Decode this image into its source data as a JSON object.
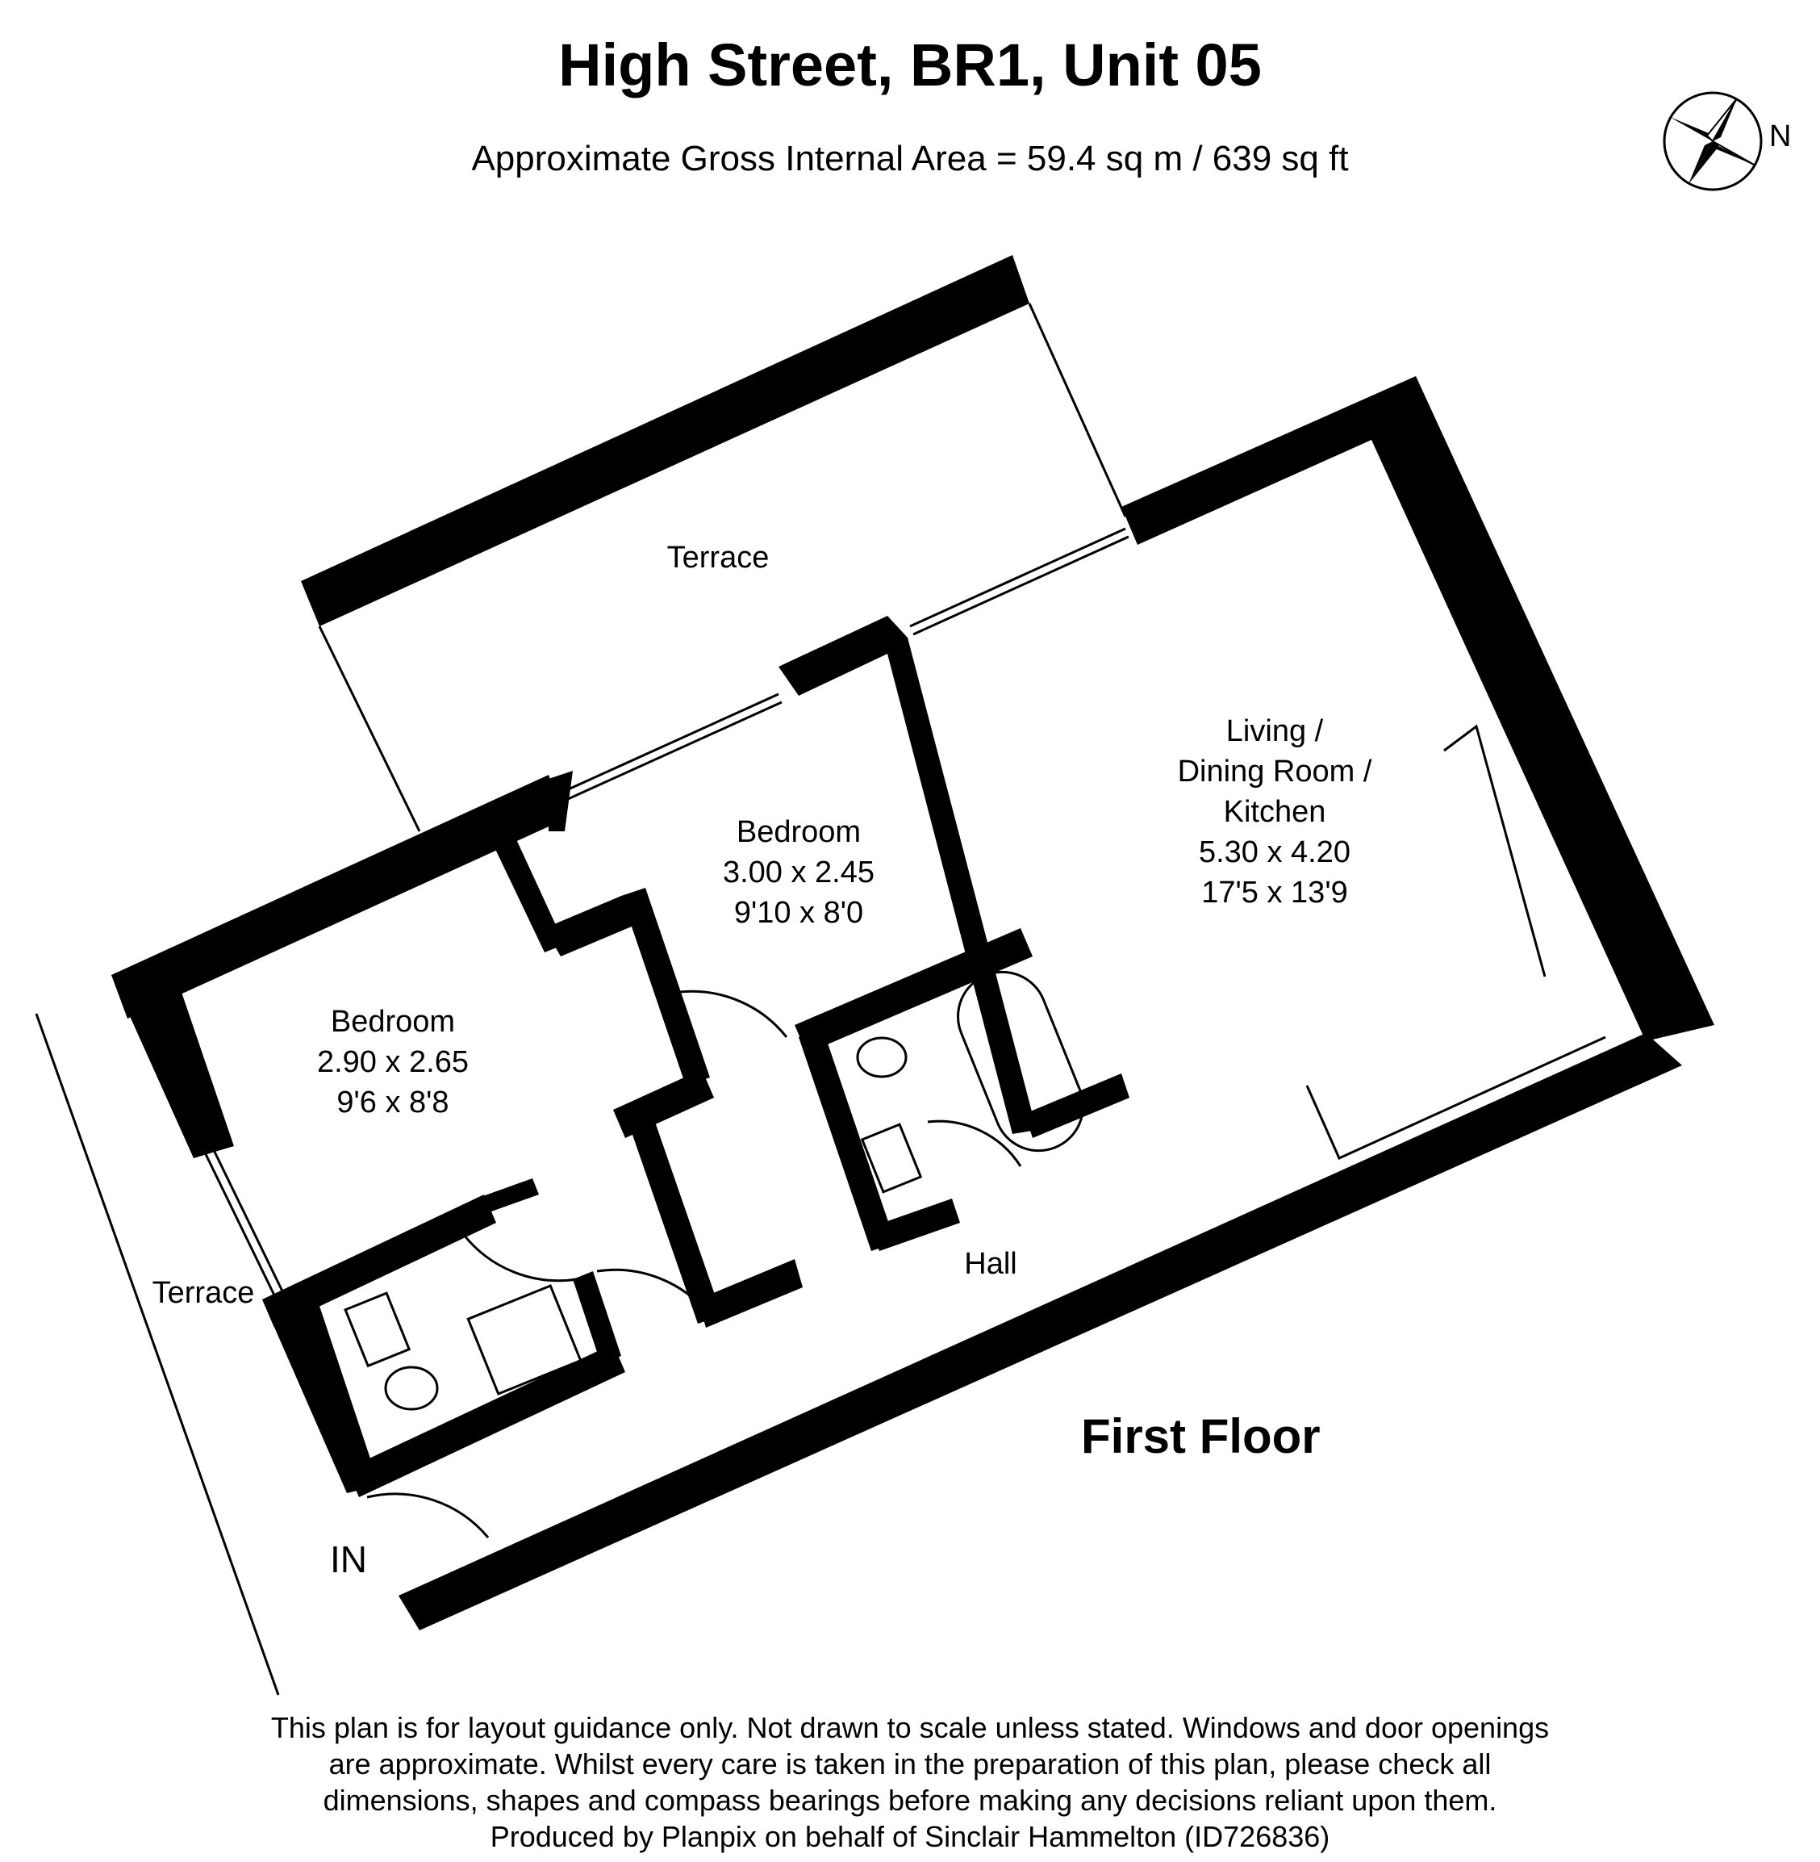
{
  "header": {
    "title": "High Street, BR1, Unit 05",
    "area": "Approximate Gross Internal Area = 59.4 sq m / 639 sq ft"
  },
  "compass": {
    "label": "N",
    "icon": "compass-rose-icon"
  },
  "rooms": {
    "terrace_top": {
      "name": "Terrace"
    },
    "terrace_left": {
      "name": "Terrace"
    },
    "living": {
      "line1": "Living /",
      "line2": "Dining Room /",
      "line3": "Kitchen",
      "metric": "5.30 x 4.20",
      "imperial": "17'5 x 13'9"
    },
    "bedroom_2": {
      "name": "Bedroom",
      "metric": "3.00 x 2.45",
      "imperial": "9'10 x 8'0"
    },
    "bedroom_1": {
      "name": "Bedroom",
      "metric": "2.90 x 2.65",
      "imperial": "9'6 x 8'8"
    },
    "hall": {
      "name": "Hall"
    },
    "entrance": {
      "label": "IN"
    }
  },
  "floor_label": "First Floor",
  "disclaimer": {
    "line1": "This plan is for layout guidance only. Not drawn to scale unless stated. Windows and door openings",
    "line2": "are approximate. Whilst every care is taken in the preparation of this plan, please check all",
    "line3": "dimensions, shapes and compass bearings before making any decisions reliant upon them.",
    "line4": "Produced by Planpix on behalf of Sinclair Hammelton (ID726836)"
  },
  "colors": {
    "wall": "#000000",
    "background": "#ffffff"
  }
}
